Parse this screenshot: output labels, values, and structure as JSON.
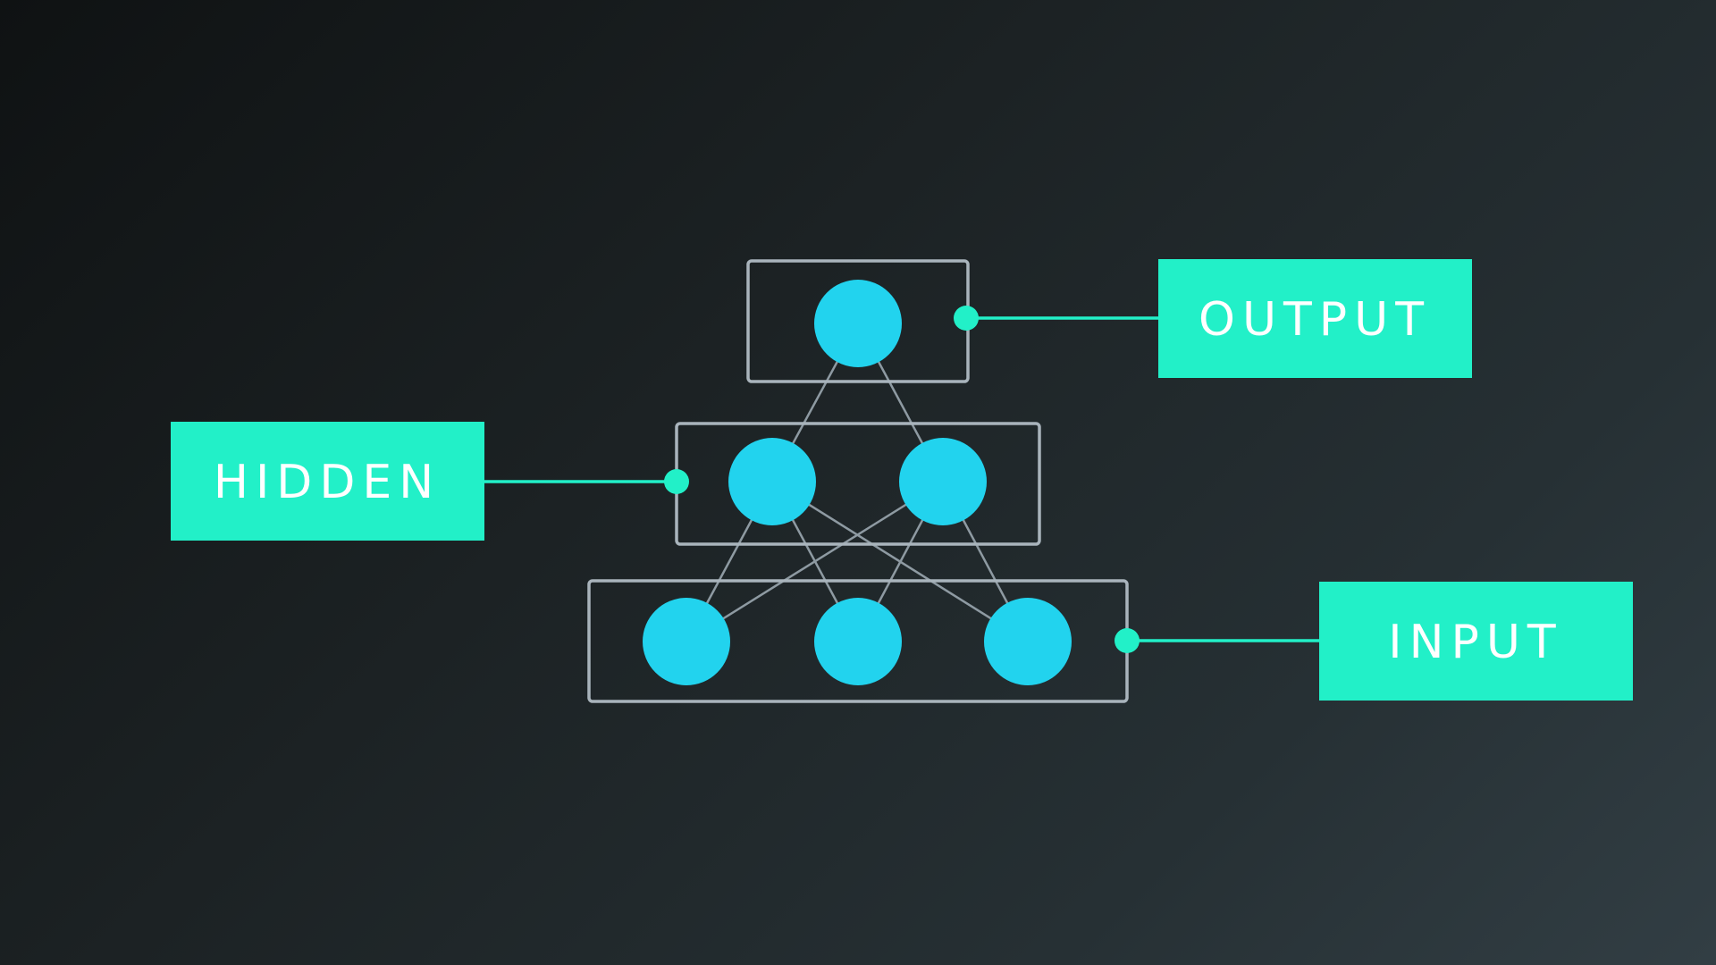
{
  "labels": {
    "output": "OUTPUT",
    "hidden": "HIDDEN",
    "input": "INPUT"
  },
  "layers": [
    {
      "name": "output",
      "neurons": 1
    },
    {
      "name": "hidden",
      "neurons": 2
    },
    {
      "name": "input",
      "neurons": 3
    }
  ],
  "colors": {
    "neuron": "#22d3ee",
    "accent": "#22f0c8",
    "layer_border": "#a9b4bc",
    "edge": "#8e9aa2",
    "label_text": "#ffffff"
  }
}
